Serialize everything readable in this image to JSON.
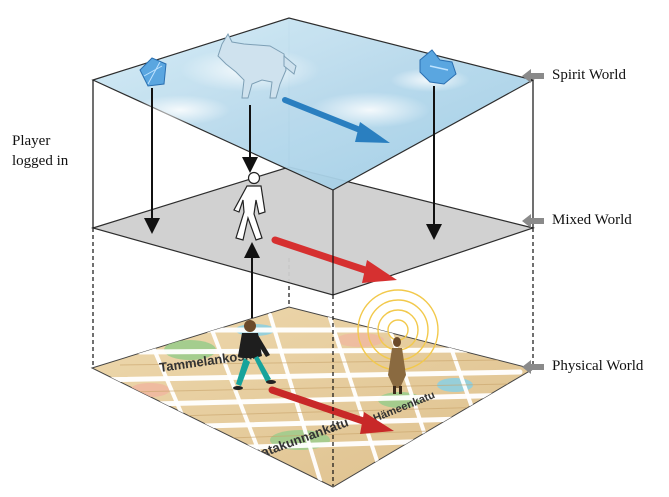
{
  "labels": {
    "spirit_world": "Spirit World",
    "mixed_world": "Mixed World",
    "physical_world": "Physical World",
    "player_line1": "Player",
    "player_line2": "logged in"
  },
  "map_text": {
    "street_1": "Tammelankoski",
    "street_2": "Satakunnankatu",
    "street_3": "Hämeenkatu"
  },
  "colors": {
    "spirit_layer": "#bcdcec",
    "mixed_layer": "#cfcfcf",
    "map_base": "#e9d3a8",
    "map_roads": "#ffffff",
    "map_parks": "#9ccc8c",
    "map_water": "#8ecfe0",
    "spirit_arrow": "#2a7fc0",
    "mixed_arrow": "#d63030",
    "physical_arrow": "#c82828",
    "pointer_arrow": "#8a8a8a",
    "signal_rings": "#f2c94c"
  },
  "icons": {
    "left_spirit": "crystal-creature-icon",
    "center_spirit": "wolf-icon",
    "right_spirit": "hand-spirit-icon",
    "mixed_figure": "walking-person-silhouette-icon",
    "physical_walker": "walking-man-icon",
    "physical_target": "standing-woman-icon"
  }
}
